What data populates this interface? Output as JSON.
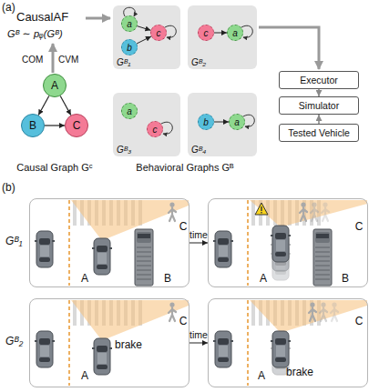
{
  "diagram": {
    "nodes": [
      {
        "text": [
          "Gᴮ₁"
        ]
      },
      {
        "text": [
          "a"
        ],
        "in": 0
      },
      {
        "text": [
          "c"
        ],
        "in": 0
      },
      {
        "text": [
          "b"
        ],
        "in": 0
      },
      {
        "text": [
          "Gᴮ₂"
        ]
      },
      {
        "text": [
          "c"
        ],
        "in": 4
      },
      {
        "text": [
          "a"
        ],
        "in": 4
      },
      {
        "text": [
          "A"
        ]
      },
      {
        "text": [
          "Executor"
        ]
      },
      {
        "text": [
          "Simulator"
        ]
      },
      {
        "text": [
          "Gᴮ₃"
        ]
      },
      {
        "text": [
          "a"
        ],
        "in": 10
      },
      {
        "text": [
          "c"
        ],
        "in": 10
      },
      {
        "text": [
          "Gᴮ₄"
        ]
      },
      {
        "text": [
          "b"
        ],
        "in": 13
      },
      {
        "text": [
          "a"
        ],
        "in": 13
      },
      {
        "text": [
          "B"
        ]
      },
      {
        "text": [
          "C"
        ]
      },
      {
        "text": [
          "Tested Vehicle"
        ]
      },
      {
        "text": [
          "C",
          "A",
          "B"
        ]
      },
      {
        "text": [
          "C",
          "A",
          "B"
        ]
      },
      {
        "text": [
          "C",
          "brake",
          "A"
        ]
      },
      {
        "text": [
          "C",
          "A",
          "brake"
        ]
      }
    ],
    "edges": [
      {
        "from": 1,
        "to": 2,
        "arrow": "to"
      },
      {
        "from": 3,
        "to": 2,
        "arrow": "to"
      },
      {
        "from": 5,
        "to": 6,
        "arrow": "to"
      },
      {
        "from": 7,
        "to": 16,
        "arrow": "to"
      },
      {
        "from": 7,
        "to": 17,
        "arrow": "to"
      },
      {
        "from": 8,
        "to": 9,
        "arrow": "to"
      },
      {
        "from": 14,
        "to": 15,
        "arrow": "to"
      },
      {
        "from": 16,
        "to": 17,
        "arrow": "to"
      },
      {
        "from": 18,
        "to": 9,
        "arrow": "to"
      },
      {
        "from": 19,
        "to": 20,
        "label": "time",
        "arrow": "to"
      },
      {
        "from": 21,
        "to": 22,
        "label": "time",
        "arrow": "to"
      }
    ],
    "labels": [
      "(a)",
      "CausalAF",
      "Gᴮ ∼ pᵩ(Gᴮ)",
      "COM",
      "CVM",
      "Causal Graph Gᶜ",
      "Behavioral Graphs Gᴮ",
      "(b)",
      "Gᴮ₁",
      "Gᴮ₂"
    ]
  }
}
